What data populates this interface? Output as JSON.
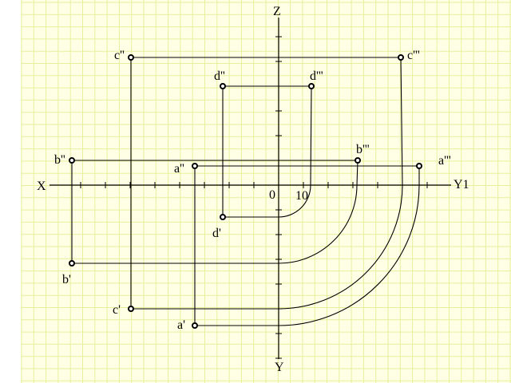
{
  "axes": {
    "x_label": "X",
    "z_label": "Z",
    "y1_label": "Y1",
    "y_label": "Y",
    "origin_label": "0",
    "tick_label": "10"
  },
  "colors": {
    "background": "#ffffe6",
    "grid": "#e6ef9c",
    "ink": "#000000"
  },
  "points": [
    {
      "name": "c",
      "front": "c''",
      "side": "c'''",
      "top": "c'"
    },
    {
      "name": "d",
      "front": "d''",
      "side": "d'''",
      "top": "d'"
    },
    {
      "name": "b",
      "front": "b''",
      "side": "b'''",
      "top": "b'"
    },
    {
      "name": "a",
      "front": "a''",
      "side": "a'''",
      "top": "a'"
    }
  ]
}
